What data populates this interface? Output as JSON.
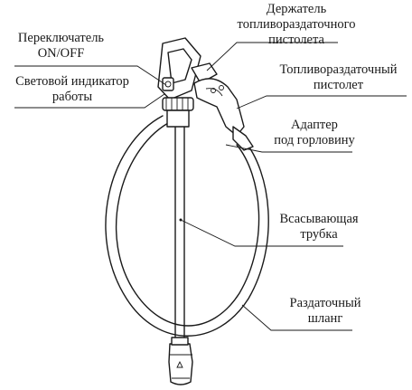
{
  "labels": {
    "holder_line1": "Держатель",
    "holder_line2": "топливораздаточного",
    "holder_line3": "пистолета",
    "switch_line1": "Переключатель",
    "switch_line2": "ON/OFF",
    "indicator_line1": "Световой индикатор",
    "indicator_line2": "работы",
    "nozzle_line1": "Топливораздаточный",
    "nozzle_line2": "пистолет",
    "adapter_line1": "Адаптер",
    "adapter_line2": "под горловину",
    "suction_line1": "Всасывающая",
    "suction_line2": "трубка",
    "hose_line1": "Раздаточный",
    "hose_line2": "шланг"
  }
}
